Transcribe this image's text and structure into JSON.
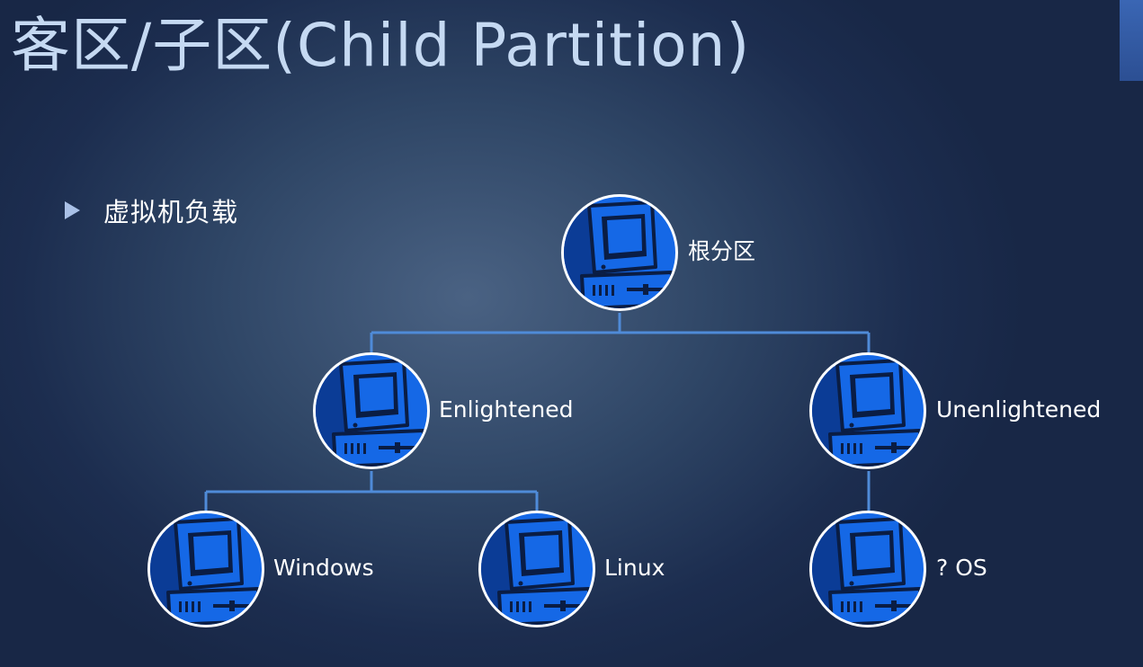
{
  "slide": {
    "title": "客区/子区(Child Partition)",
    "bullet": "虚拟机负载"
  },
  "nodes": {
    "root": {
      "label": "根分区",
      "icon": "computer-icon"
    },
    "enlightened": {
      "label": "Enlightened",
      "icon": "computer-icon"
    },
    "unenlightened": {
      "label": "Unenlightened",
      "icon": "computer-icon"
    },
    "windows": {
      "label": "Windows",
      "icon": "computer-icon"
    },
    "linux": {
      "label": "Linux",
      "icon": "computer-icon"
    },
    "other_os": {
      "label": "? OS",
      "icon": "computer-icon"
    }
  },
  "colors": {
    "node_fill": "#1568e6",
    "connector": "#4f8bd8",
    "title": "#c5d9f2"
  }
}
